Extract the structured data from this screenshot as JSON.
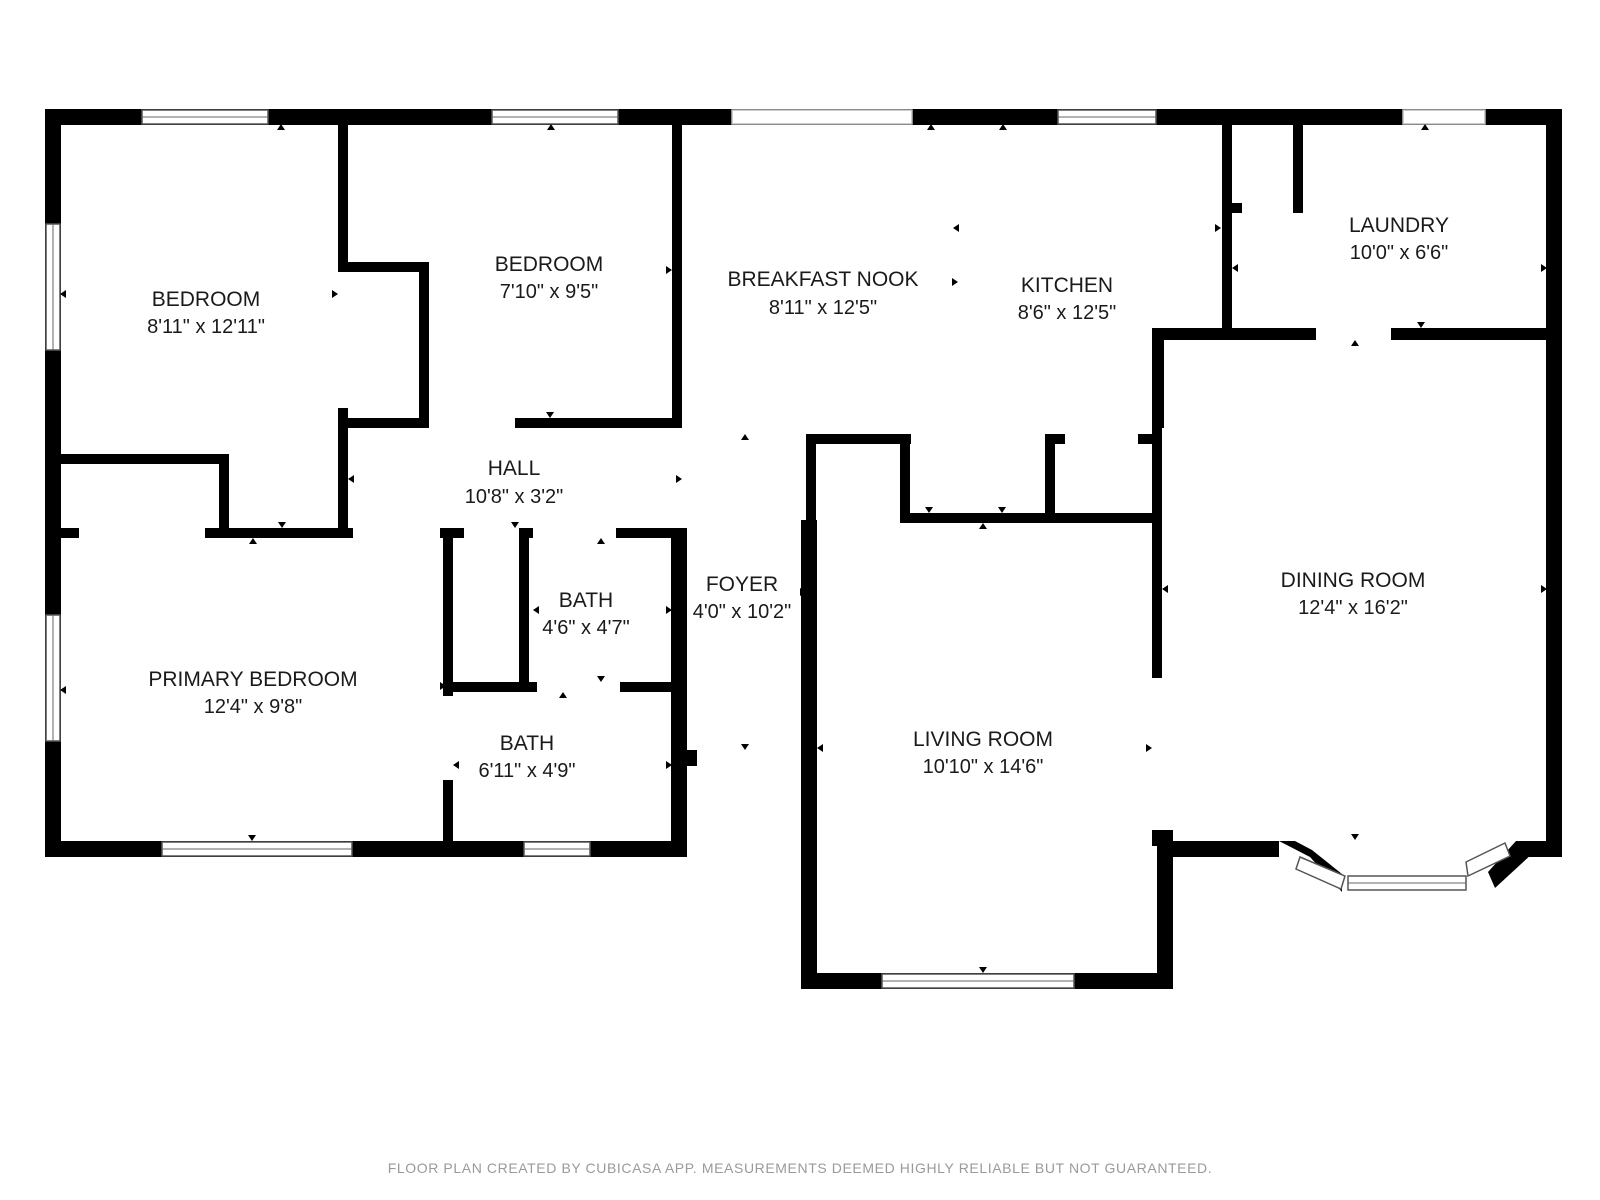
{
  "rooms": {
    "bedroom_1": {
      "name": "BEDROOM",
      "size": "8'11\" x 12'11\""
    },
    "bedroom_2": {
      "name": "BEDROOM",
      "size": "7'10\" x 9'5\""
    },
    "breakfast_nook": {
      "name": "BREAKFAST NOOK",
      "size": "8'11\" x 12'5\""
    },
    "kitchen": {
      "name": "KITCHEN",
      "size": "8'6\" x 12'5\""
    },
    "laundry": {
      "name": "LAUNDRY",
      "size": "10'0\" x 6'6\""
    },
    "hall": {
      "name": "HALL",
      "size": "10'8\" x 3'2\""
    },
    "bath_1": {
      "name": "BATH",
      "size": "4'6\" x 4'7\""
    },
    "foyer": {
      "name": "FOYER",
      "size": "4'0\" x 10'2\""
    },
    "primary_bedroom": {
      "name": "PRIMARY BEDROOM",
      "size": "12'4\" x 9'8\""
    },
    "bath_2": {
      "name": "BATH",
      "size": "6'11\" x 4'9\""
    },
    "living_room": {
      "name": "LIVING ROOM",
      "size": "10'10\" x 14'6\""
    },
    "dining_room": {
      "name": "DINING ROOM",
      "size": "12'4\" x 16'2\""
    }
  },
  "disclaimer": "FLOOR PLAN CREATED BY CUBICASA APP. MEASUREMENTS DEEMED HIGHLY RELIABLE BUT NOT GUARANTEED.",
  "colors": {
    "wall": "#000000",
    "background": "#ffffff",
    "disclaimer": "#9a9a9a"
  }
}
